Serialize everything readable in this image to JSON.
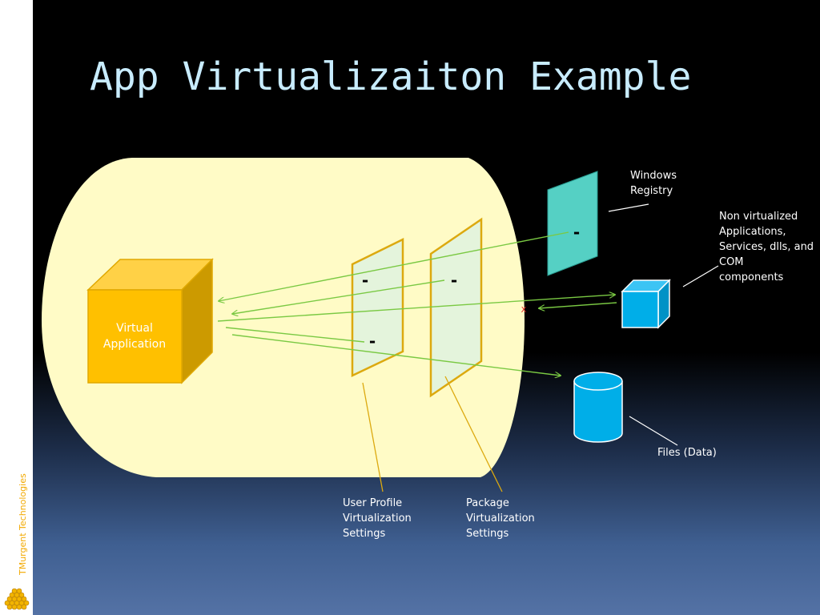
{
  "slide": {
    "title": "App Virtualizaiton Example",
    "brand": "TMurgent Technologies"
  },
  "virtual_app": {
    "line1": "Virtual",
    "line2": "Application"
  },
  "labels": {
    "registry": [
      "Windows",
      "Registry"
    ],
    "non_virtualized": [
      "Non virtualized",
      "Applications,",
      "Services, dlls, and",
      "COM",
      "components"
    ],
    "files": [
      "Files (Data)"
    ],
    "user_profile": [
      "User Profile",
      "Virtualization",
      "Settings"
    ],
    "package": [
      "Package",
      "Virtualization",
      "Settings"
    ]
  },
  "markers": {
    "dash": "-",
    "blocked": "X"
  },
  "colors": {
    "bubble": "#fffbc6",
    "cube_front": "#ffc000",
    "cube_top": "#ffd146",
    "cube_side": "#cc9a00",
    "arrow": "#7ac943",
    "layer_border": "#dca90f",
    "registry": "#55d0c4",
    "blue_object": "#00aee8",
    "title": "#c8ecff",
    "brand": "#f2a900"
  }
}
